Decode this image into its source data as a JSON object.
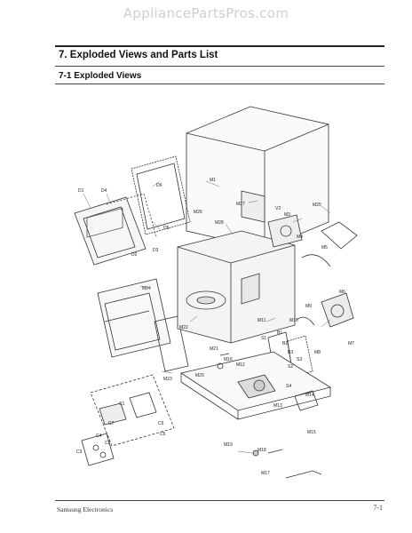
{
  "watermark": "AppliancePartsPros.com",
  "section_title": "7. Exploded Views and Parts List",
  "subsection_title": "7-1 Exploded Views",
  "footer": {
    "left": "Samsung Electronics",
    "right": "7-1"
  },
  "callouts": {
    "d1": "D1",
    "d4": "D4",
    "d6": "D6",
    "d5": "D5",
    "d3": "D3",
    "d2": "D2",
    "m1": "M1",
    "m27": "M27",
    "m28": "M28",
    "m3": "M3",
    "m4": "M4",
    "m5": "M5",
    "m6": "M6",
    "m7": "M7",
    "m8": "M8",
    "m9": "M9",
    "m10": "M10",
    "m11": "M11",
    "m12": "M12",
    "m13": "M13",
    "m14": "M14",
    "m15": "M15",
    "m16": "M16",
    "m17": "M17",
    "m18": "M18",
    "m19": "M19",
    "m20": "M20",
    "m21": "M21",
    "m22": "M22",
    "m23": "M23",
    "m24": "M24",
    "m25": "M25",
    "m26": "M26",
    "v2": "V2",
    "c1": "C1",
    "c2": "C2",
    "c3": "C3",
    "c4": "C4",
    "c5": "C5",
    "c6": "C6",
    "c7": "C7",
    "b1": "B1",
    "b2": "B2",
    "b3": "B3",
    "s1": "S1",
    "s2": "S2",
    "s3": "S3",
    "s4": "S4"
  }
}
